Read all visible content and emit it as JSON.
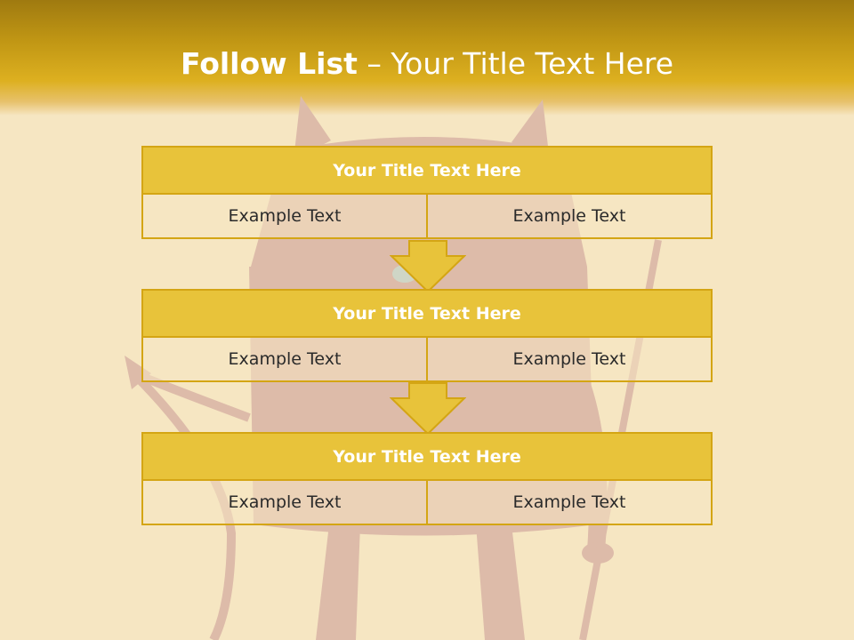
{
  "slide": {
    "title_bold": "Follow List",
    "title_rest": " – Your Title Text Here"
  },
  "blocks": [
    {
      "title": "Your Title Text Here",
      "cells": [
        "Example Text",
        "Example Text"
      ]
    },
    {
      "title": "Your Title Text Here",
      "cells": [
        "Example Text",
        "Example Text"
      ]
    },
    {
      "title": "Your Title Text Here",
      "cells": [
        "Example Text",
        "Example Text"
      ]
    }
  ],
  "colors": {
    "header_dark": "#9f7a10",
    "accent": "#e8c33a",
    "border": "#d4a514",
    "background": "#f6e6c2",
    "figure": "#ddb9a6"
  }
}
